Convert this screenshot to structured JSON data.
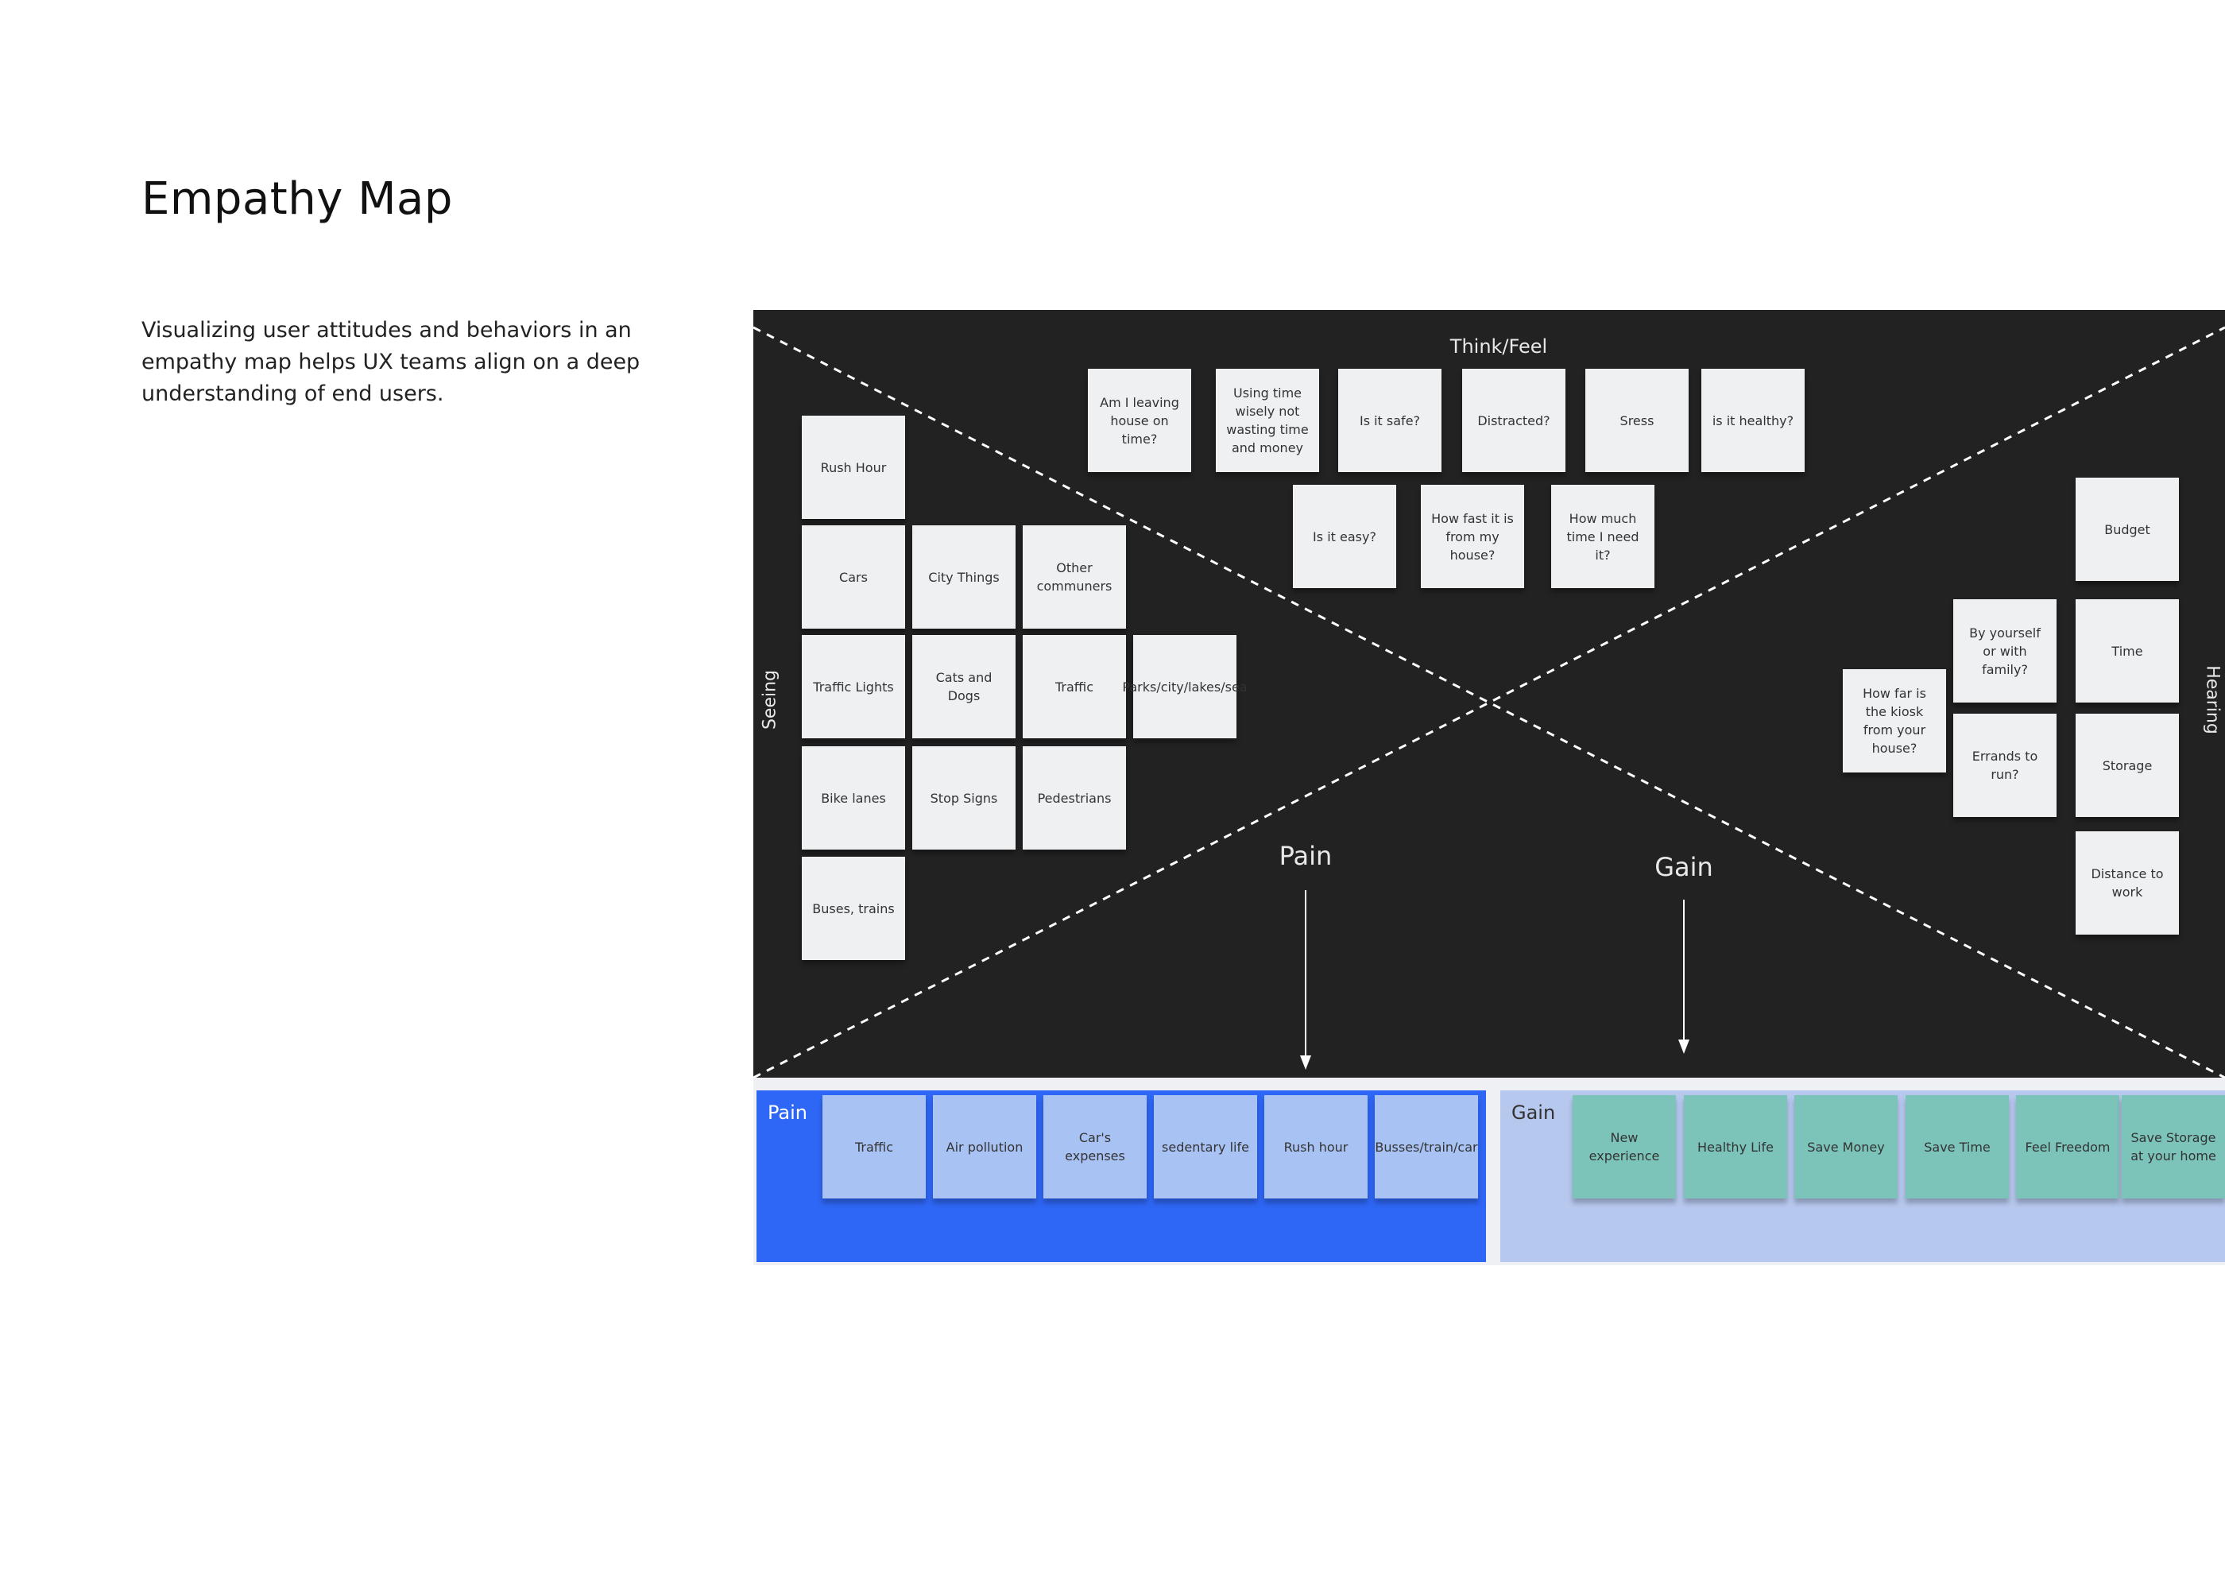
{
  "page": {
    "title": "Empathy Map",
    "description": "Visualizing user attitudes and behaviors in an empathy map helps UX teams align on a deep understanding of end users."
  },
  "board": {
    "labels": {
      "think_feel": "Think/Feel",
      "seeing": "Seeing",
      "hearing": "Hearing",
      "pain": "Pain",
      "gain": "Gain"
    },
    "seeing_notes": [
      "Rush Hour",
      "Cars",
      "City Things",
      "Other communers",
      "Traffic Lights",
      "Cats and Dogs",
      "Traffic",
      "Parks/city/lakes/sea",
      "Bike lanes",
      "Stop Signs",
      "Pedestrians",
      "Buses, trains"
    ],
    "think_notes": [
      "Am I leaving house on time?",
      "Using time wisely not wasting time and money",
      "Is it safe?",
      "Distracted?",
      "Sress",
      "is it healthy?",
      "Is it easy?",
      "How fast it is from my house?",
      "How much time I need it?"
    ],
    "hearing_notes": [
      "Budget",
      "By yourself or with family?",
      "Time",
      "How far is the kiosk from your house?",
      "Errands to run?",
      "Storage",
      "Distance to work"
    ]
  },
  "pain_panel": {
    "title": "Pain",
    "notes": [
      "Traffic",
      "Air pollution",
      "Car's expenses",
      "sedentary life",
      "Rush hour",
      "Busses/train/car"
    ]
  },
  "gain_panel": {
    "title": "Gain",
    "notes": [
      "New experience",
      "Healthy Life",
      "Save Money",
      "Save Time",
      "Feel Freedom",
      "Save Storage at your home"
    ]
  },
  "colors": {
    "board_bg": "#222222",
    "sticky_note": "#eef0f2",
    "pain_panel_bg": "#2e66f5",
    "pain_note": "#a8c2f3",
    "gain_panel_bg": "#b7c8ef",
    "gain_note": "#7cc3b9"
  }
}
